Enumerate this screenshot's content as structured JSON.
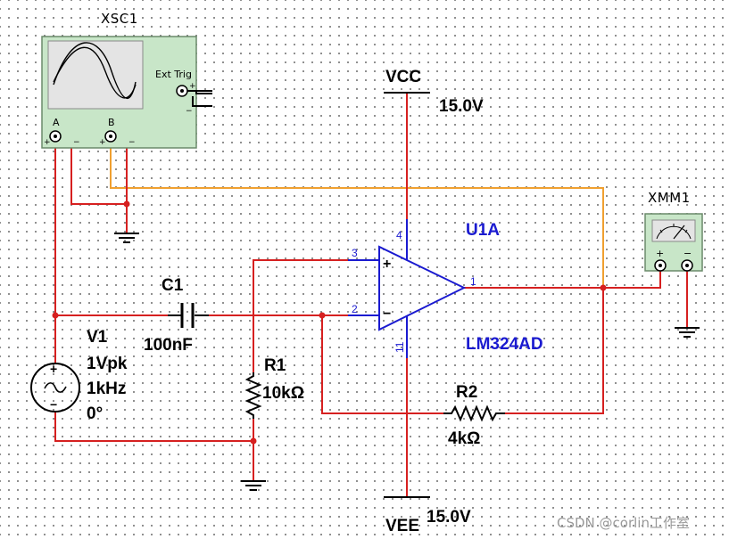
{
  "oscilloscope": {
    "refdes": "XSC1",
    "channel_a": "A",
    "channel_b": "B",
    "ext_trig": "Ext Trig",
    "plus": "+",
    "minus": "−",
    "icon": "sine-wave-screen-icon"
  },
  "supplies": {
    "vcc_label": "VCC",
    "vcc_value": "15.0V",
    "vee_label": "VEE",
    "vee_value": "15.0V"
  },
  "opamp": {
    "refdes": "U1A",
    "part": "LM324AD",
    "pin_noninv": "3",
    "pin_inv": "2",
    "pin_out": "1",
    "pin_vcc": "4",
    "pin_vee": "11",
    "plus": "+",
    "minus": "−"
  },
  "capacitor": {
    "refdes": "C1",
    "value": "100nF"
  },
  "resistor_r1": {
    "refdes": "R1",
    "value": "10kΩ"
  },
  "resistor_r2": {
    "refdes": "R2",
    "value": "4kΩ"
  },
  "source": {
    "refdes": "V1",
    "amplitude": "1Vpk",
    "frequency": "1kHz",
    "phase": "0°",
    "plus": "+",
    "minus": "−"
  },
  "multimeter": {
    "refdes": "XMM1",
    "plus": "+",
    "minus": "−",
    "icon": "meter-gauge-icon"
  },
  "watermark": "CSDN @corlin工作室",
  "colors": {
    "wire_red": "#d62020",
    "wire_orange": "#f0a030",
    "opamp_blue": "#1a1ad0",
    "instrument_green": "#c8e6c8"
  }
}
